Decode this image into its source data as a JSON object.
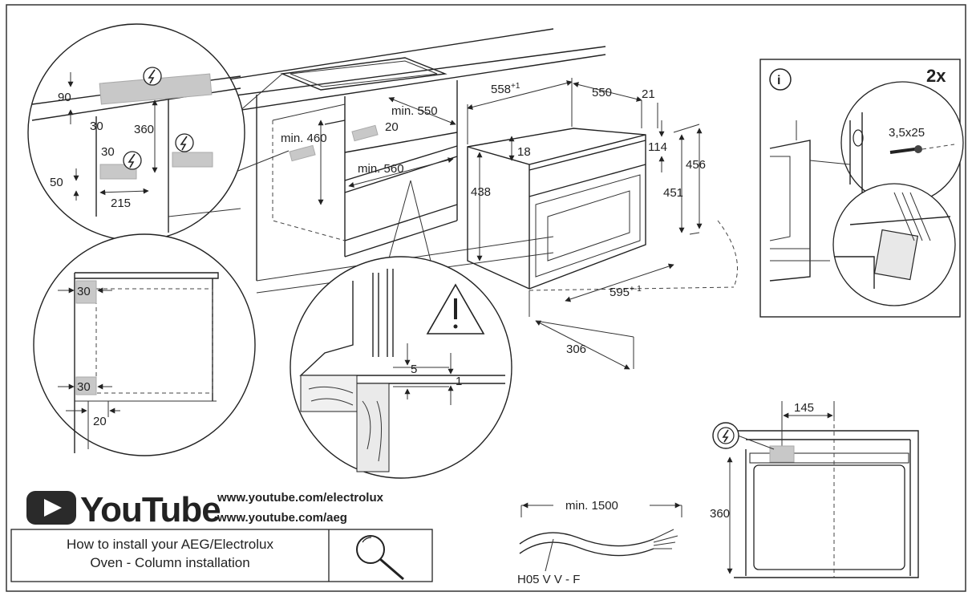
{
  "youtube": {
    "brand_text": "YouTube",
    "url_electrolux": "www.youtube.com/electrolux",
    "url_aeg": "www.youtube.com/aeg",
    "howto_line1": "How to install your AEG/Electrolux",
    "howto_line2": "Oven - Column installation"
  },
  "detail_top_left": {
    "dim_90": "90",
    "dim_30a": "30",
    "dim_360": "360",
    "dim_30b": "30",
    "dim_50": "50",
    "dim_215": "215"
  },
  "detail_clearance": {
    "dim_30_top": "30",
    "dim_30_bottom": "30",
    "dim_20": "20"
  },
  "cabinet": {
    "min_460": "min. 460",
    "min_550": "min. 550",
    "dim_20": "20",
    "min_560": "min. 560"
  },
  "oven": {
    "dim_558": "558",
    "dim_558_sup": "+1",
    "dim_550": "550",
    "dim_21": "21",
    "dim_18": "18",
    "dim_114": "114",
    "dim_456": "456",
    "dim_438": "438",
    "dim_451": "451",
    "dim_595": "595",
    "dim_595_sup": "+-1",
    "dim_306": "306"
  },
  "detail_gap": {
    "dim_5": "5",
    "dim_1": "1"
  },
  "info_box": {
    "quantity": "2x",
    "screw_size": "3,5x25"
  },
  "cable": {
    "min_length": "min. 1500",
    "cable_type": "H05 V V - F"
  },
  "socket_view": {
    "dim_145": "145",
    "dim_360": "360"
  },
  "colors": {
    "youtube_logo": "#2a2a2a",
    "clearance_zone": "#c8c8c8",
    "line": "#222222"
  }
}
